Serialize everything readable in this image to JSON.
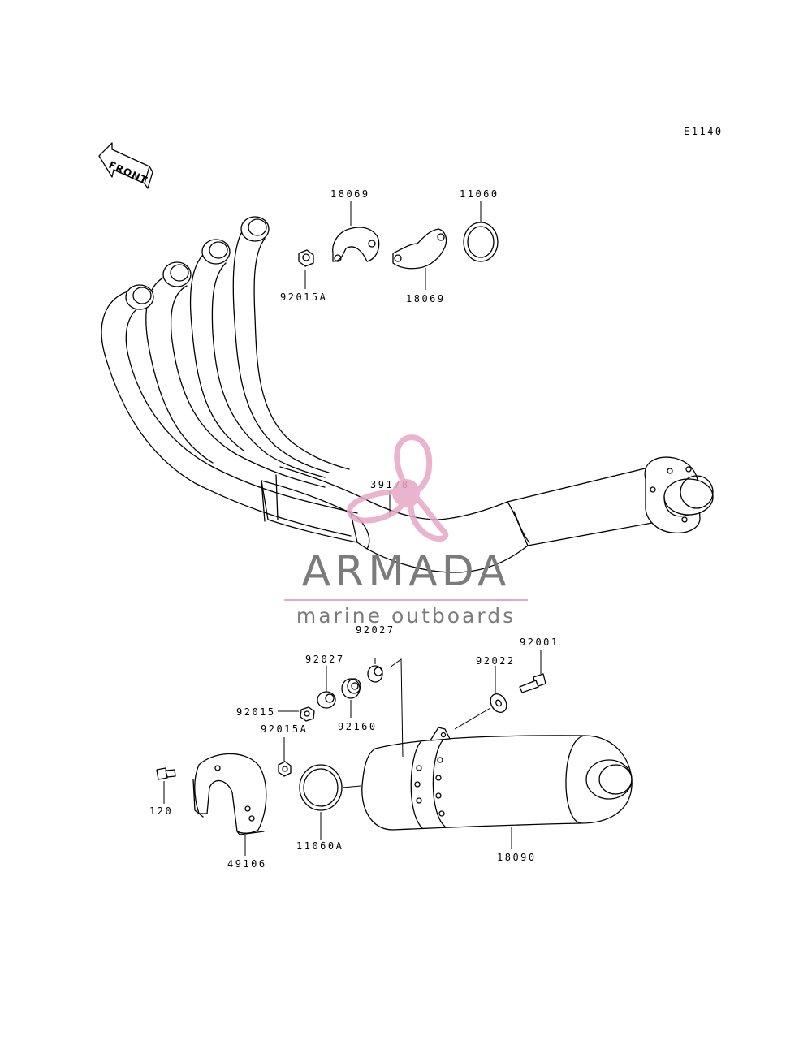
{
  "diagram_code": "E1140",
  "front_label": "FRONT",
  "parts": [
    {
      "id": "p18069a",
      "label": "18069"
    },
    {
      "id": "p11060",
      "label": "11060"
    },
    {
      "id": "p92015Aa",
      "label": "92015A"
    },
    {
      "id": "p18069b",
      "label": "18069"
    },
    {
      "id": "p39178",
      "label": "39178"
    },
    {
      "id": "p92027a",
      "label": "92027"
    },
    {
      "id": "p92027b",
      "label": "92027"
    },
    {
      "id": "p92001",
      "label": "92001"
    },
    {
      "id": "p92022",
      "label": "92022"
    },
    {
      "id": "p92015",
      "label": "92015"
    },
    {
      "id": "p92160",
      "label": "92160"
    },
    {
      "id": "p92015Ab",
      "label": "92015A"
    },
    {
      "id": "p120",
      "label": "120"
    },
    {
      "id": "p11060A",
      "label": "11060A"
    },
    {
      "id": "p18090",
      "label": "18090"
    },
    {
      "id": "p49106",
      "label": "49106"
    }
  ],
  "watermark": {
    "title": "ARMADA",
    "subtitle": "marine outboards",
    "accent_color": "#e7a6c6",
    "text_color": "#7b7b7b"
  }
}
